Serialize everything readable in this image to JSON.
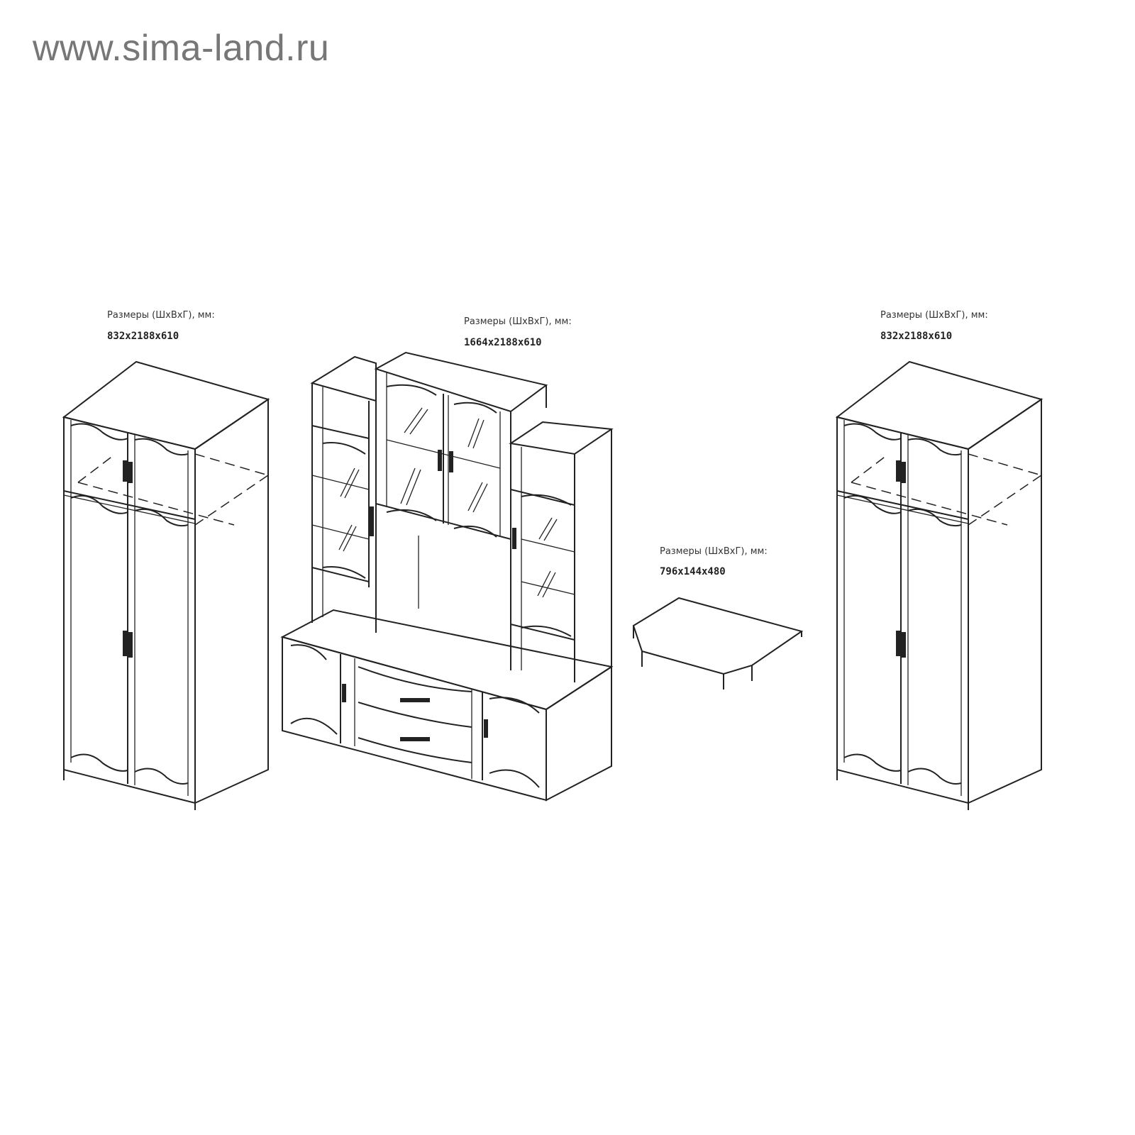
{
  "watermark": "www.sima-land.ru",
  "items": [
    {
      "name": "left-wardrobe",
      "label": "Размеры (ШхВхГ), мм:",
      "dimensions": "832x2188x610"
    },
    {
      "name": "wall-unit",
      "label": "Размеры (ШхВхГ), мм:",
      "dimensions": "1664x2188x610"
    },
    {
      "name": "shelf-table",
      "label": "Размеры (ШхВхГ), мм:",
      "dimensions": "796x144x480"
    },
    {
      "name": "right-wardrobe",
      "label": "Размеры (ШхВхГ), мм:",
      "dimensions": "832x2188x610"
    }
  ]
}
